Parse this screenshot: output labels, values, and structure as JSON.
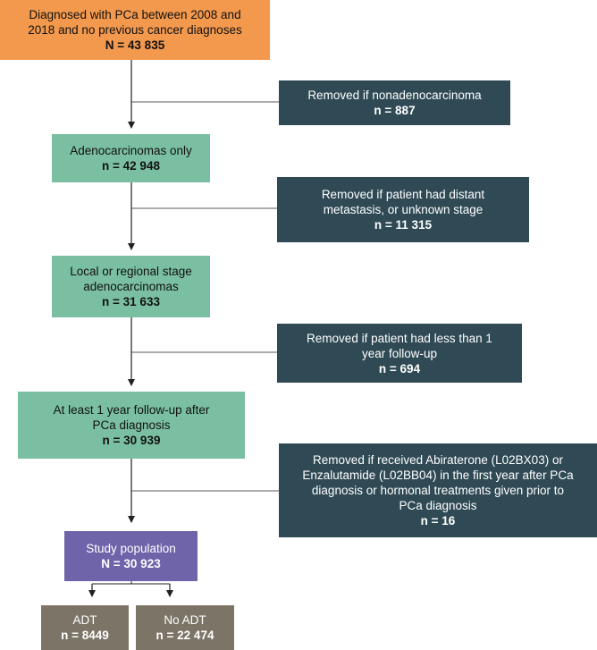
{
  "colors": {
    "start": "#f3994d",
    "included": "#7bbfa2",
    "excluded": "#2f4a55",
    "population": "#6f63a9",
    "groups": "#7c7466",
    "connector": "#222222"
  },
  "start": {
    "line1": "Diagnosed with PCa between 2008 and",
    "line2": "2018 and no previous cancer diagnoses",
    "count": "N = 43 835"
  },
  "exclusion1": {
    "line1": "Removed if nonadenocarcinoma",
    "count": "n = 887"
  },
  "step1": {
    "line1": "Adenocarcinomas only",
    "count": "n = 42 948"
  },
  "exclusion2": {
    "line1": "Removed if patient had distant",
    "line2": "metastasis, or unknown stage",
    "count": "n = 11 315"
  },
  "step2": {
    "line1": "Local or regional stage",
    "line2": "adenocarcinomas",
    "count": "n = 31 633"
  },
  "exclusion3": {
    "line1": "Removed if patient had less than 1",
    "line2": "year follow-up",
    "count": "n = 694"
  },
  "step3": {
    "line1": "At least 1 year follow-up after",
    "line2": "PCa diagnosis",
    "count": "n = 30 939"
  },
  "exclusion4": {
    "line1": "Removed if received Abiraterone (L02BX03) or",
    "line2": "Enzalutamide (L02BB04) in the first year after PCa",
    "line3": "diagnosis or hormonal treatments given prior to",
    "line4": "PCa diagnosis",
    "count": "n = 16"
  },
  "population": {
    "line1": "Study population",
    "count": "N = 30 923"
  },
  "group_adt": {
    "line1": "ADT",
    "count": "n = 8449"
  },
  "group_noadt": {
    "line1": "No ADT",
    "count": "n = 22 474"
  }
}
